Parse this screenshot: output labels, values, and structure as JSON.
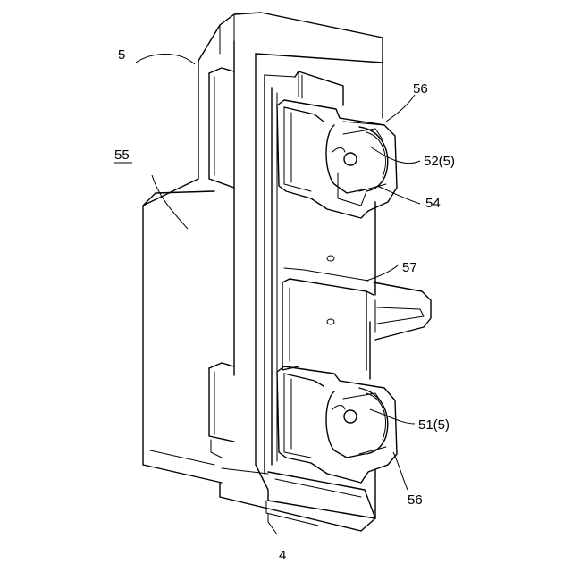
{
  "labels": {
    "l5": "5",
    "l55": "55",
    "l56_top": "56",
    "l52": "52(5)",
    "l54": "54",
    "l57": "57",
    "l51": "51(5)",
    "l56_bottom": "56",
    "l4": "4"
  },
  "underlined": [
    "l55"
  ],
  "colors": {
    "line": "#000000",
    "background": "#ffffff"
  }
}
